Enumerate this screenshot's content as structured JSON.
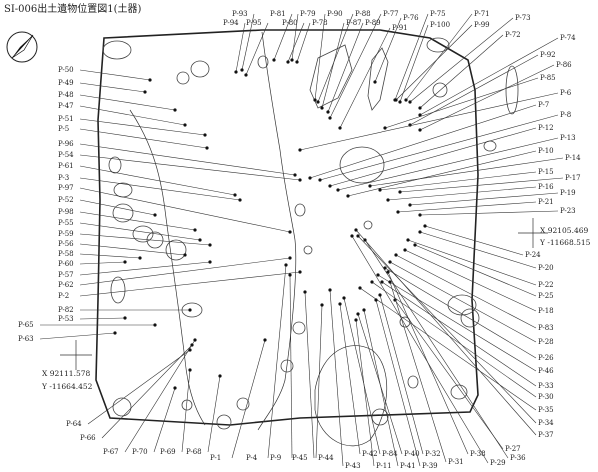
{
  "title": "SI-006出土遺物位置図1(土器)",
  "north_arrow_icon": "north-arrow-icon",
  "coordinates": {
    "ne": {
      "x": "X  92105.469",
      "y": "Y -11668.515"
    },
    "sw": {
      "x": "X  92111.578",
      "y": "Y -11664.452"
    }
  },
  "labels": {
    "P-1": "P-1",
    "P-2": "P-2",
    "P-3": "P-3",
    "P-4": "P-4",
    "P-5": "P-5",
    "P-6": "P-6",
    "P-7": "P-7",
    "P-8": "P-8",
    "P-9": "P-9",
    "P-10": "P-10",
    "P-11": "P-11",
    "P-12": "P-12",
    "P-13": "P-13",
    "P-14": "P-14",
    "P-15": "P-15",
    "P-16": "P-16",
    "P-17": "P-17",
    "P-18": "P-18",
    "P-19": "P-19",
    "P-20": "P-20",
    "P-21": "P-21",
    "P-22": "P-22",
    "P-23": "P-23",
    "P-24": "P-24",
    "P-25": "P-25",
    "P-26": "P-26",
    "P-27": "P-27",
    "P-28": "P-28",
    "P-29": "P-29",
    "P-30": "P-30",
    "P-31": "P-31",
    "P-32": "P-32",
    "P-33": "P-33",
    "P-34": "P-34",
    "P-35": "P-35",
    "P-36": "P-36",
    "P-37": "P-37",
    "P-38": "P-38",
    "P-39": "P-39",
    "P-40": "P-40",
    "P-41": "P-41",
    "P-42": "P-42",
    "P-43": "P-43",
    "P-44": "P-44",
    "P-45": "P-45",
    "P-46": "P-46",
    "P-47": "P-47",
    "P-48": "P-48",
    "P-49": "P-49",
    "P-50": "P-50",
    "P-51": "P-51",
    "P-52": "P-52",
    "P-53": "P-53",
    "P-54": "P-54",
    "P-55": "P-55",
    "P-56": "P-56",
    "P-57": "P-57",
    "P-58": "P-58",
    "P-59": "P-59",
    "P-60": "P-60",
    "P-61": "P-61",
    "P-62": "P-62",
    "P-63": "P-63",
    "P-64": "P-64",
    "P-65": "P-65",
    "P-66": "P-66",
    "P-67": "P-67",
    "P-68": "P-68",
    "P-69": "P-69",
    "P-70": "P-70",
    "P-71": "P-71",
    "P-72": "P-72",
    "P-73": "P-73",
    "P-74": "P-74",
    "P-75": "P-75",
    "P-76": "P-76",
    "P-77": "P-77",
    "P-78": "P-78",
    "P-79": "P-79",
    "P-80": "P-80",
    "P-81": "P-81",
    "P-82": "P-82",
    "P-83": "P-83",
    "P-84": "P-84",
    "P-85": "P-85",
    "P-86": "P-86",
    "P-87": "P-87",
    "P-88": "P-88",
    "P-89": "P-89",
    "P-90": "P-90",
    "P-91": "P-91",
    "P-92": "P-92",
    "P-93": "P-93",
    "P-94": "P-94",
    "P-95": "P-95",
    "P-96": "P-96",
    "P-97": "P-97",
    "P-98": "P-98",
    "P-99": "P-99",
    "P-100": "P-100"
  }
}
